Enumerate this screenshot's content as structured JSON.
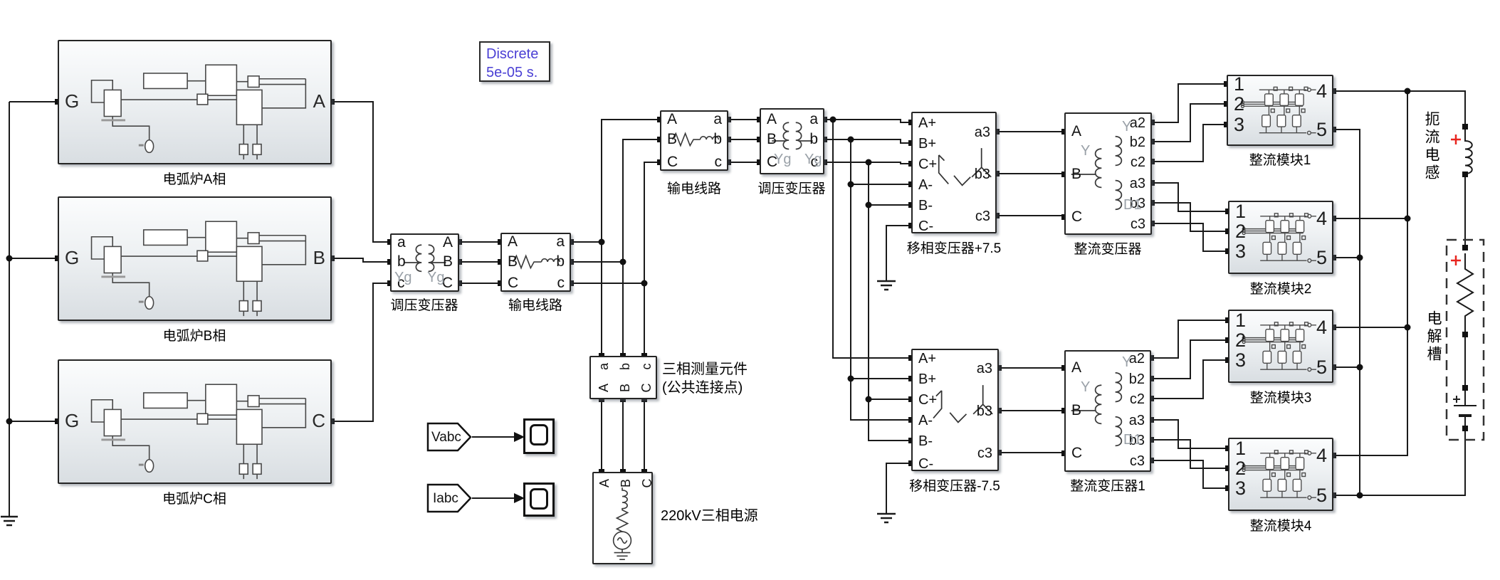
{
  "solver_annotation": {
    "line1": "Discrete",
    "line2": "5e-05 s."
  },
  "blocks": {
    "arc_a": {
      "label": "电弧炉A相",
      "port_in": "G",
      "port_out": "A"
    },
    "arc_b": {
      "label": "电弧炉B相",
      "port_in": "G",
      "port_out": "B"
    },
    "arc_c": {
      "label": "电弧炉C相",
      "port_in": "G",
      "port_out": "C"
    },
    "reg_tx_left": {
      "label": "调压变压器",
      "in": [
        "a",
        "b",
        "c"
      ],
      "out": [
        "A",
        "B",
        "C"
      ],
      "windings": [
        "Yg",
        "Yg"
      ]
    },
    "line_left": {
      "label": "输电线路",
      "in": [
        "A",
        "B",
        "C"
      ],
      "out": [
        "a",
        "b",
        "c"
      ]
    },
    "line_top": {
      "label": "输电线路",
      "in": [
        "A",
        "B",
        "C"
      ],
      "out": [
        "a",
        "b",
        "c"
      ]
    },
    "reg_tx_top": {
      "label": "调压变压器",
      "in": [
        "A",
        "B",
        "C"
      ],
      "out": [
        "a",
        "b",
        "c"
      ],
      "windings": [
        "Yg",
        "Yg"
      ]
    },
    "phase_tx_plus": {
      "label": "移相变压器+7.5",
      "in": [
        "A+",
        "B+",
        "C+",
        "A-",
        "B-",
        "C-"
      ],
      "out": [
        "a3",
        "b3",
        "c3"
      ]
    },
    "phase_tx_minus": {
      "label": "移相变压器-7.5",
      "in": [
        "A+",
        "B+",
        "C+",
        "A-",
        "B-",
        "C-"
      ],
      "out": [
        "a3",
        "b3",
        "c3"
      ]
    },
    "rect_tx": {
      "label": "整流变压器",
      "in": [
        "A",
        "B",
        "C"
      ],
      "out": [
        "a2",
        "b2",
        "c2",
        "a3",
        "b3",
        "c3"
      ],
      "windings": [
        "Y",
        "Y",
        "D1"
      ]
    },
    "rect_tx1": {
      "label": "整流变压器1",
      "in": [
        "A",
        "B",
        "C"
      ],
      "out": [
        "a2",
        "b2",
        "c2",
        "a3",
        "b3",
        "c3"
      ],
      "windings": [
        "Y",
        "Y",
        "D1"
      ]
    },
    "module1": {
      "label": "整流模块1",
      "in": [
        "1",
        "2",
        "3"
      ],
      "out": [
        "4",
        "5"
      ]
    },
    "module2": {
      "label": "整流模块2",
      "in": [
        "1",
        "2",
        "3"
      ],
      "out": [
        "4",
        "5"
      ]
    },
    "module3": {
      "label": "整流模块3",
      "in": [
        "1",
        "2",
        "3"
      ],
      "out": [
        "4",
        "5"
      ]
    },
    "module4": {
      "label": "整流模块4",
      "in": [
        "1",
        "2",
        "3"
      ],
      "out": [
        "4",
        "5"
      ]
    },
    "measurement": {
      "label_line1": "三相测量元件",
      "label_line2": "(公共连接点)",
      "top_ports": [
        "a",
        "b",
        "c"
      ],
      "bottom_ports": [
        "A",
        "B",
        "C"
      ]
    },
    "source": {
      "label": "220kV三相电源",
      "ports": [
        "A",
        "B",
        "C"
      ]
    },
    "vabc_tag": {
      "label": "Vabc"
    },
    "iabc_tag": {
      "label": "Iabc"
    },
    "choke": {
      "label": "扼流电感"
    },
    "cell": {
      "label": "电解槽"
    }
  },
  "colors": {
    "annotation_text": "#4a3fd4",
    "wire": "#1a1a1a",
    "winding_label": "#9aa1a8",
    "plus_mark": "#e8251f"
  }
}
